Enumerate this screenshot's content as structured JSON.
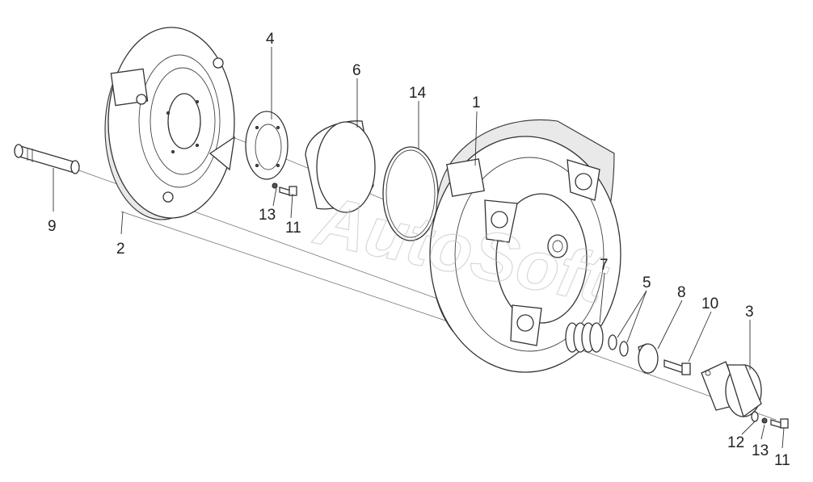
{
  "watermark": "AutoSoft",
  "callouts": {
    "c1": "1",
    "c2": "2",
    "c3": "3",
    "c4": "4",
    "c5": "5",
    "c6": "6",
    "c7": "7",
    "c8": "8",
    "c9": "9",
    "c10": "10",
    "c11a": "11",
    "c11b": "11",
    "c12": "12",
    "c13a": "13",
    "c13b": "13",
    "c14": "14"
  }
}
